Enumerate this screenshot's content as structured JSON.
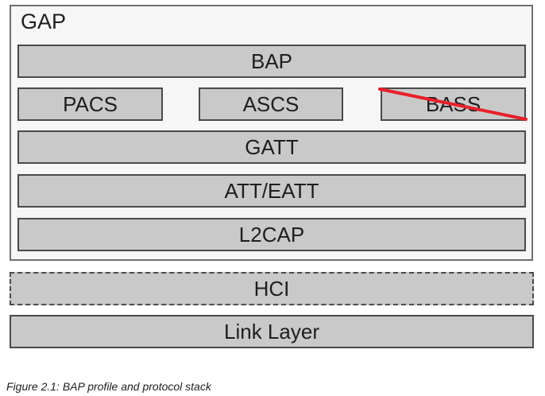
{
  "gap": {
    "label": "GAP"
  },
  "layers": {
    "bap": "BAP",
    "pacs": "PACS",
    "ascs": "ASCS",
    "bass": "BASS",
    "gatt": "GATT",
    "att_eatt": "ATT/EATT",
    "l2cap": "L2CAP",
    "hci": "HCI",
    "link_layer": "Link Layer"
  },
  "colors": {
    "box_fill": "#c9c9c9",
    "box_border": "#4a4a4a",
    "strike_line": "#e8202a"
  },
  "caption": "Figure 2.1: BAP profile and protocol stack"
}
